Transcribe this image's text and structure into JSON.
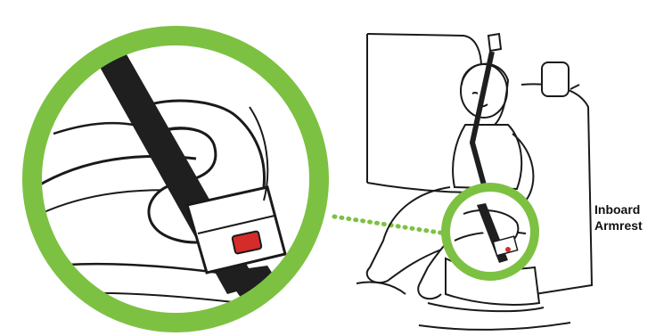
{
  "callout": {
    "line1": "Inboard",
    "line2": "Armrest"
  },
  "colors": {
    "ring": "#7dc142",
    "outline": "#1a1a1a",
    "belt": "#1f1f1f",
    "buckle_button": "#d62b2b",
    "background": "#ffffff"
  },
  "icons": {
    "zoom_ring": "green-circle-magnifier",
    "leader": "dotted-green-line"
  }
}
